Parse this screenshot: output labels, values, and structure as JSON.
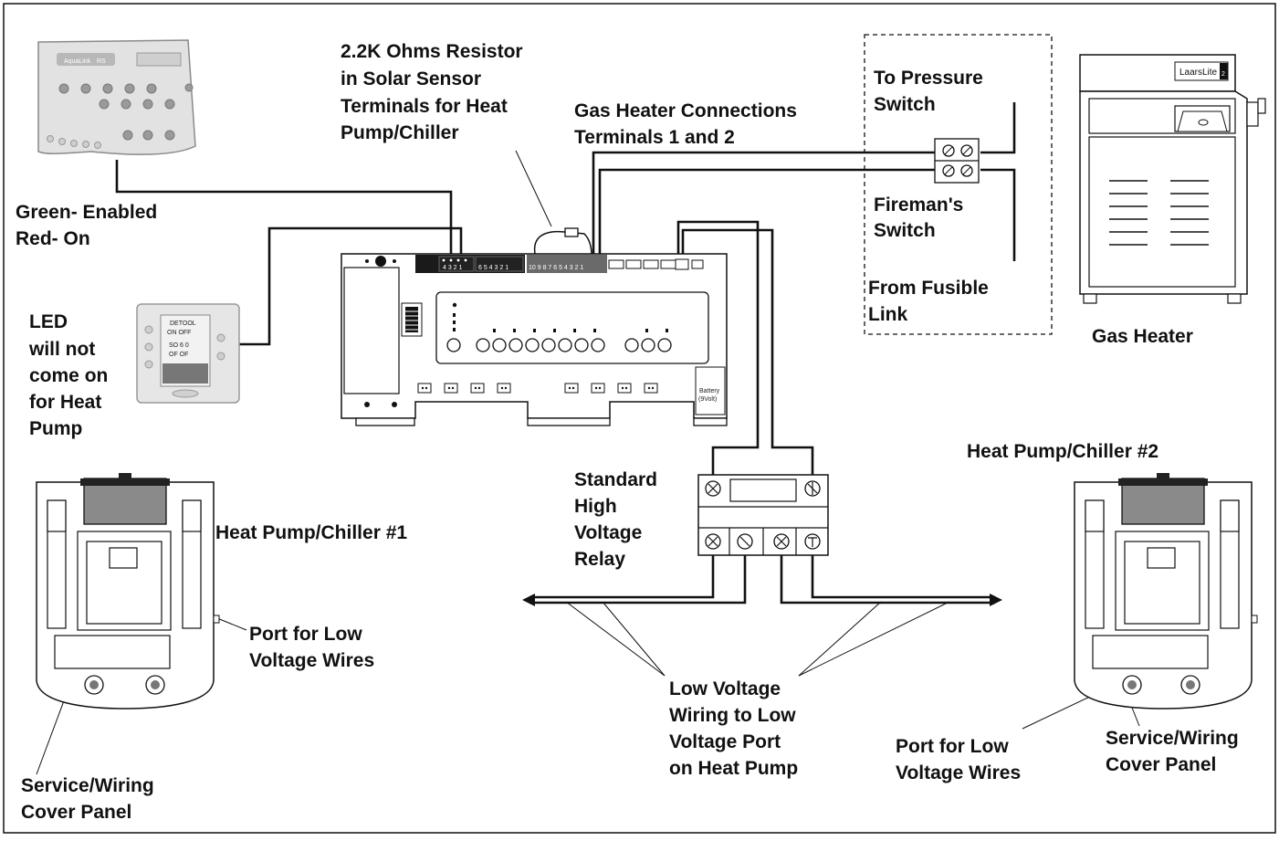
{
  "labels": {
    "resistor": [
      "2.2K Ohms Resistor",
      "in Solar Sensor",
      "Terminals for Heat",
      "Pump/Chiller"
    ],
    "gas_heater_connections": [
      "Gas Heater Connections",
      "Terminals 1 and 2"
    ],
    "to_pressure_switch": [
      "To Pressure",
      "Switch"
    ],
    "firemans_switch": [
      "Fireman's",
      "Switch"
    ],
    "from_fusible_link": [
      "From Fusible",
      "Link"
    ],
    "gas_heater": [
      "Gas Heater"
    ],
    "green_red": [
      "Green- Enabled",
      "Red- On"
    ],
    "led_note": [
      "LED",
      "will not",
      "come on",
      "for Heat",
      "Pump"
    ],
    "heat_pump_1": [
      "Heat Pump/Chiller #1"
    ],
    "heat_pump_2": [
      "Heat Pump/Chiller #2"
    ],
    "relay": [
      "Standard",
      "High",
      "Voltage",
      "Relay"
    ],
    "port_left": [
      "Port for Low",
      "Voltage Wires"
    ],
    "port_right": [
      "Port for Low",
      "Voltage Wires"
    ],
    "low_voltage_wiring": [
      "Low Voltage",
      "Wiring to Low",
      "Voltage Port",
      "on Heat Pump"
    ],
    "service_left": [
      "Service/Wiring",
      "Cover Panel"
    ],
    "service_right": [
      "Service/Wiring",
      "Cover Panel"
    ]
  },
  "device_text": {
    "heater_brand": "Laars",
    "heater_model": "Lite",
    "heater_model_num": "2",
    "aqualink_brand": "AquaLink",
    "aqualink_model": "RS",
    "battery": [
      "Battery",
      "(9Volt)"
    ],
    "remote_screen": [
      "DETOOL",
      "ON OFF",
      "SO 6 0",
      "OF OF"
    ],
    "terminal_block_a": "4 3 2 1",
    "terminal_block_b": "6 5 4 3 2 1",
    "terminal_block_c": "10 9 8 7 6 5 4 3 2 1"
  }
}
